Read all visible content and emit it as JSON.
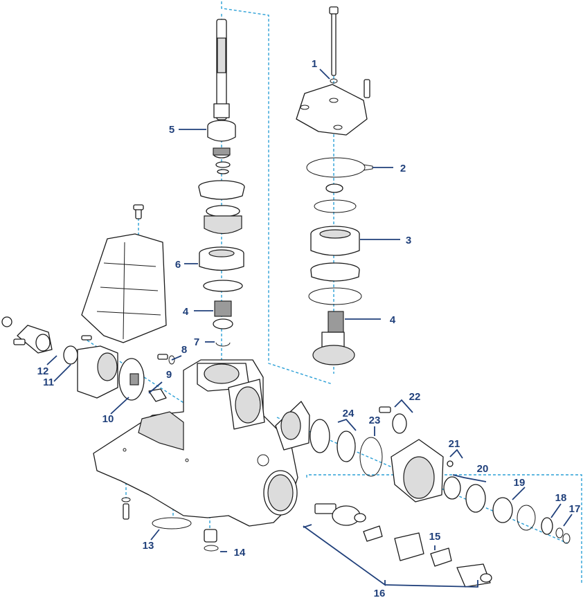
{
  "diagram": {
    "colors": {
      "callout": "#1f3f7a",
      "centerline": "#2a9fd6",
      "outline": "#1a1a1a"
    },
    "callouts": [
      {
        "id": "c1",
        "label": "1"
      },
      {
        "id": "c2",
        "label": "2"
      },
      {
        "id": "c3",
        "label": "3"
      },
      {
        "id": "c4a",
        "label": "4"
      },
      {
        "id": "c4b",
        "label": "4"
      },
      {
        "id": "c5",
        "label": "5"
      },
      {
        "id": "c6",
        "label": "6"
      },
      {
        "id": "c7",
        "label": "7"
      },
      {
        "id": "c8",
        "label": "8"
      },
      {
        "id": "c9",
        "label": "9"
      },
      {
        "id": "c10",
        "label": "10"
      },
      {
        "id": "c11",
        "label": "11"
      },
      {
        "id": "c12",
        "label": "12"
      },
      {
        "id": "c13",
        "label": "13"
      },
      {
        "id": "c14",
        "label": "14"
      },
      {
        "id": "c15",
        "label": "15"
      },
      {
        "id": "c16",
        "label": "16"
      },
      {
        "id": "c17",
        "label": "17"
      },
      {
        "id": "c18",
        "label": "18"
      },
      {
        "id": "c19",
        "label": "19"
      },
      {
        "id": "c20",
        "label": "20"
      },
      {
        "id": "c21",
        "label": "21"
      },
      {
        "id": "c22",
        "label": "22"
      },
      {
        "id": "c23",
        "label": "23"
      },
      {
        "id": "c24",
        "label": "24"
      }
    ]
  }
}
